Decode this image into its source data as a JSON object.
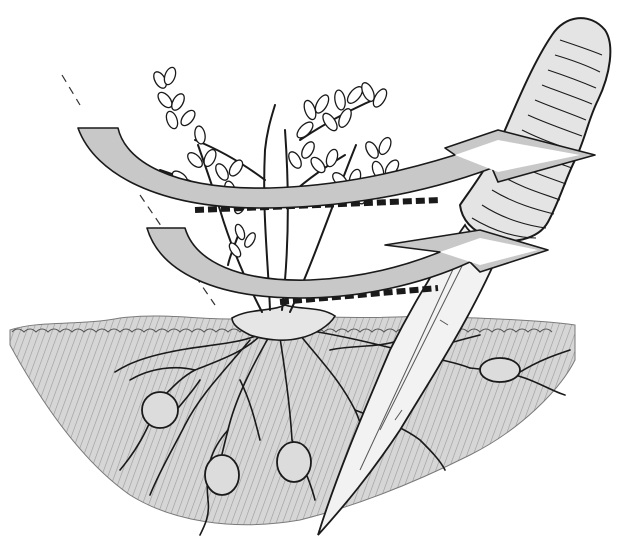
{
  "illustration": {
    "colors": {
      "ink": "#1a1a1a",
      "soil": "#bdbdbd",
      "soil_dark": "#8c8c8c",
      "arrow_fill": "#c8c8c8",
      "arrow_outline": "#1a1a1a",
      "background": "#ffffff"
    },
    "parts": [
      "plant-foliage",
      "plant-stems",
      "soil-cross-section",
      "roots",
      "root-nodules",
      "machete-blade",
      "machete-handle",
      "upper-cut-arrow",
      "lower-cut-arrow",
      "upper-cut-line",
      "lower-cut-line"
    ]
  }
}
